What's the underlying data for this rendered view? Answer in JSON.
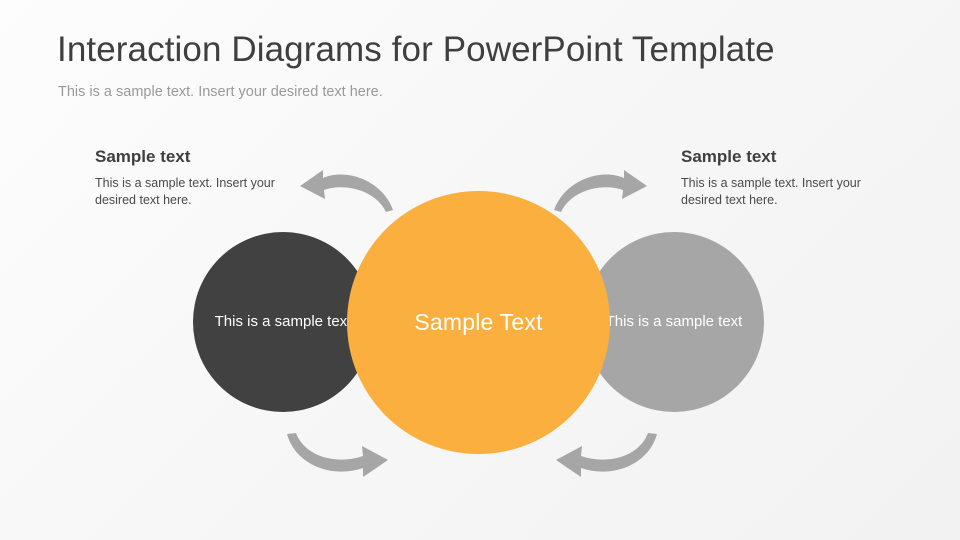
{
  "slide": {
    "title": "Interaction Diagrams for PowerPoint Template",
    "subtitle": "This is a sample text. Insert your desired text here."
  },
  "captions": {
    "left": {
      "title": "Sample text",
      "body": "This is a sample text. Insert your desired text here."
    },
    "right": {
      "title": "Sample text",
      "body": "This is a sample text. Insert your desired text here."
    }
  },
  "circles": {
    "left": {
      "label": "This is a sample text",
      "color": "#414141"
    },
    "center": {
      "label": "Sample Text",
      "color": "#faaf3f"
    },
    "right": {
      "label": "This is a sample text",
      "color": "#a6a6a6"
    }
  },
  "arrows": {
    "color": "#a6a6a6",
    "items": [
      {
        "name": "arrow-top-left",
        "direction": "left"
      },
      {
        "name": "arrow-top-right",
        "direction": "right"
      },
      {
        "name": "arrow-bottom-left",
        "direction": "right"
      },
      {
        "name": "arrow-bottom-right",
        "direction": "left"
      }
    ]
  },
  "theme": {
    "background": "#f7f7f7",
    "title_color": "#3f3f3f",
    "subtitle_color": "#9a9a9a",
    "accent": "#faaf3f"
  }
}
